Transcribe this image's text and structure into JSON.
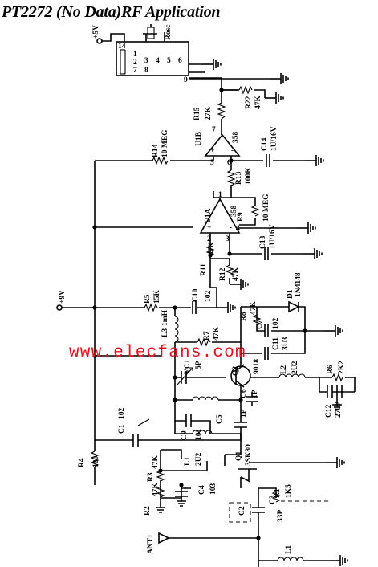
{
  "title": "PT2272 (No Data)RF Application",
  "watermark": "www.elecfans.com",
  "colors": {
    "wire": "#000000",
    "watermark": "#e8111c",
    "background": "#ffffff"
  },
  "labels": {
    "vcc5": "+5V",
    "vcc9": "+9V",
    "rosc": "Rosc",
    "pin9": "9",
    "pin14": "14",
    "pins": [
      "1",
      "2",
      "3",
      "4",
      "5",
      "6",
      "7",
      "8"
    ],
    "r15": "R15",
    "r15v": "27K",
    "r22": "R22",
    "r22v": "47K",
    "u1b": "U1B",
    "u1bp": "358",
    "p7": "7",
    "p6": "6",
    "p5": "5",
    "r14": "R14",
    "r14v": "10 MEG",
    "c14": "C14",
    "c14v": "1U/16V",
    "r13": "R13",
    "r13v": "100K",
    "u1a": "U1A",
    "u1ap": "358",
    "p1": "1",
    "p2": "2",
    "p3": "3",
    "p4": "4",
    "r9": "R9",
    "r9v": "10 MEG",
    "c13": "C13",
    "c13v": "1U/16V",
    "r11": "R11",
    "r11v": "47K",
    "r12": "R12",
    "r12v": "47K",
    "r5": "R5",
    "r5v": "15K",
    "c10": "C10",
    "c10v": "102",
    "r8": "R8",
    "r8v": "47K",
    "d1": "D1",
    "d1v": "1N4148",
    "c7": "C7",
    "c7v": "102",
    "l3": "L3",
    "l3v": "1mH",
    "r7": "R7",
    "r7v": "47K",
    "c11": "C11",
    "c11v": "3U3",
    "vc1": "VC1",
    "vc1v": "5P",
    "q2": "Q2",
    "q2v": "9018",
    "l2": "L2",
    "l2v": "2U2",
    "r6": "R6",
    "r6v": "2K2",
    "c12": "C12",
    "c12v": "270P",
    "c6": "C6",
    "c6v": "1P",
    "c5": "C5",
    "c5v": "1P",
    "c1": "C1",
    "c1v": "102",
    "c9": "C9",
    "c9v": "101",
    "l1a": "L1",
    "l1av": "2U2",
    "r4": "R4",
    "r4v": "100",
    "q1": "Q1",
    "q1v": "3SK80",
    "r3": "R3",
    "r3v": "47K",
    "r2": "R2",
    "r2v": "47K",
    "c4": "C4",
    "c4v": "103",
    "r1": "R1",
    "r1v": "1K5",
    "c2": "C2",
    "c3": "C3",
    "c3v": "33P",
    "ant": "ANT1",
    "l1": "L1"
  }
}
